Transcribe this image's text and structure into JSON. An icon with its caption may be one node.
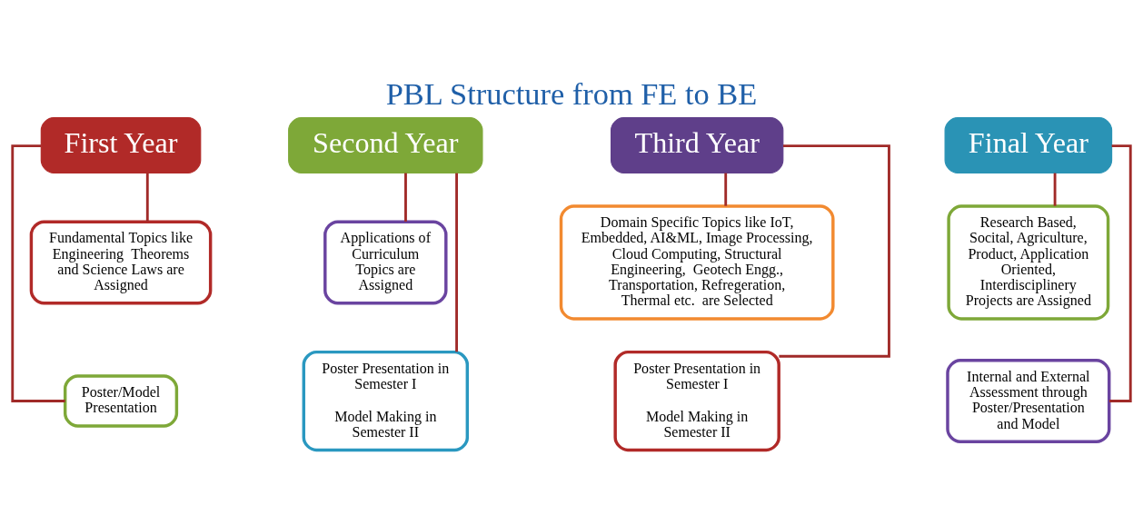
{
  "diagram": {
    "title": "PBL Structure from FE to BE",
    "nodes": [
      {
        "text": [
          "First Year"
        ]
      },
      {
        "text": [
          "Fundamental Topics like Engineering  Theorems and Science Laws are Assigned"
        ]
      },
      {
        "text": [
          "Poster/Model Presentation"
        ]
      },
      {
        "text": [
          "Second Year"
        ]
      },
      {
        "text": [
          "Applications of Curriculum Topics are Assigned"
        ]
      },
      {
        "text": [
          "Poster Presentation in Semester I",
          "Model Making in Semester II"
        ]
      },
      {
        "text": [
          "Third Year"
        ]
      },
      {
        "text": [
          "Domain Specific Topics like IoT, Embedded, AI&ML, Image Processing, Cloud Computing, Structural Engineering,  Geotech Engg., Transportation, Refregeration, Thermal etc.  are Selected"
        ]
      },
      {
        "text": [
          "Poster Presentation in Semester I",
          "Model Making in Semester II"
        ]
      },
      {
        "text": [
          "Final Year"
        ]
      },
      {
        "text": [
          "Research Based, Socital, Agriculture, Product, Application Oriented, Interdisciplinery Projects are Assigned"
        ]
      },
      {
        "text": [
          "Internal and External Assessment through Poster/Presentation and Model"
        ]
      }
    ],
    "edges": [
      {
        "from": 0,
        "to": 1,
        "arrow": "none"
      },
      {
        "from": 0,
        "to": 2,
        "arrow": "none"
      },
      {
        "from": 3,
        "to": 4,
        "arrow": "none"
      },
      {
        "from": 3,
        "to": 5,
        "arrow": "none"
      },
      {
        "from": 6,
        "to": 7,
        "arrow": "none"
      },
      {
        "from": 6,
        "to": 8,
        "arrow": "none"
      },
      {
        "from": 9,
        "to": 10,
        "arrow": "none"
      },
      {
        "from": 9,
        "to": 11,
        "arrow": "none"
      }
    ]
  }
}
